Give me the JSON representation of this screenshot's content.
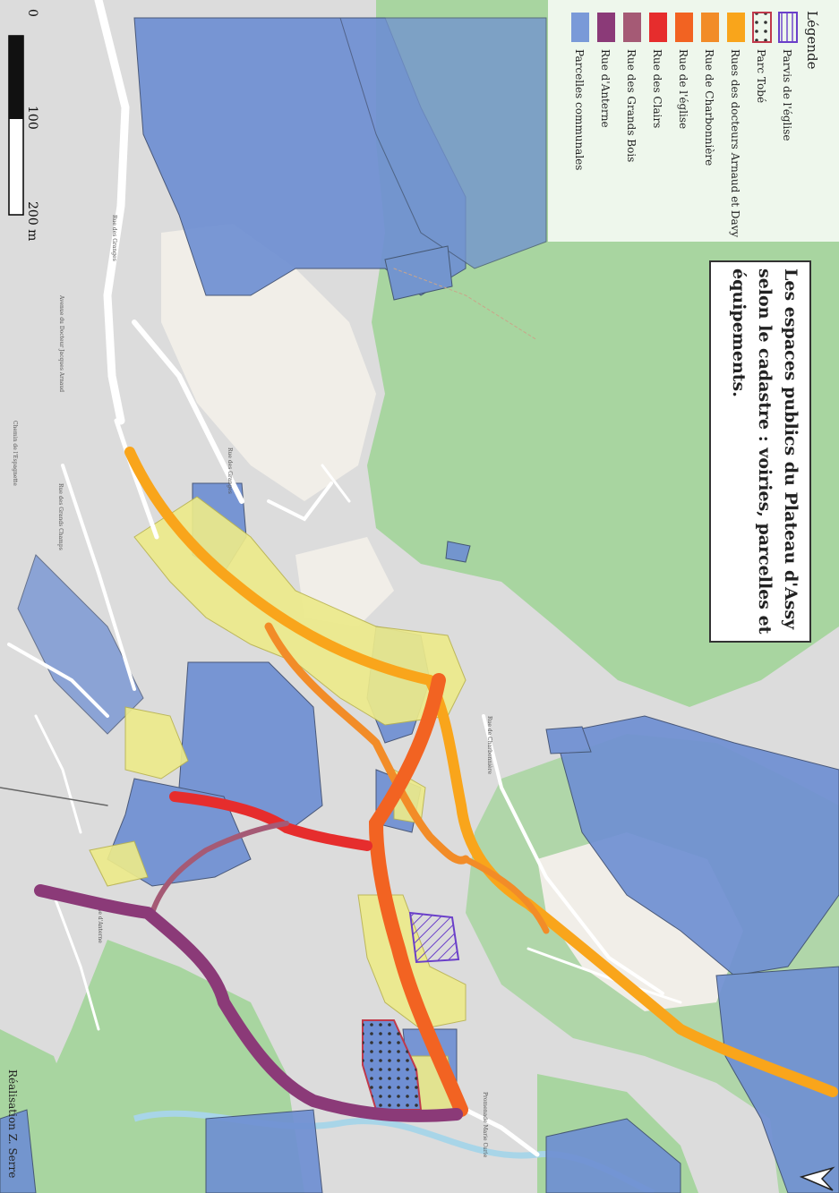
{
  "title": "Les espaces publics du Plateau d'Assy selon le cadastre : voiries, parcelles et équipements.",
  "title_lines": [
    "Les espaces publics du Plateau d'Assy",
    "selon le cadastre : voiries, parcelles et",
    "équipements."
  ],
  "legend": {
    "heading": "Légende",
    "items": [
      {
        "label": "Parvis de l'église",
        "swatch": "hatch-purple",
        "color": "#6a3fc9"
      },
      {
        "label": "Parc Tobé",
        "swatch": "dots-red",
        "color": "#c0394b"
      },
      {
        "label": "Rues des docteurs Arnaud et Davy",
        "swatch": "solid",
        "color": "#f9a51b"
      },
      {
        "label": "Rue de Charbonnière",
        "swatch": "solid",
        "color": "#f28c28"
      },
      {
        "label": "Rue de l'église",
        "swatch": "solid",
        "color": "#f26322"
      },
      {
        "label": "Rue des Clairs",
        "swatch": "solid",
        "color": "#e62d2d"
      },
      {
        "label": "Rue des Grands Bois",
        "swatch": "solid",
        "color": "#a55a75"
      },
      {
        "label": "Rue d'Anterne",
        "swatch": "solid",
        "color": "#8b3a78"
      },
      {
        "label": "Parcelles communales",
        "swatch": "solid",
        "color": "#7a9ad8"
      }
    ]
  },
  "scale_bar": {
    "labels": [
      "0",
      "100",
      "200 m"
    ]
  },
  "credit": "Réalisation Z. Serre",
  "colors": {
    "forest": "#a8d5a0",
    "urban": "#dcdcdc",
    "open": "#f1eee8",
    "parcel": "#6f8fd3",
    "road": "#ffffff",
    "public_yellow": "#ecea8a",
    "water": "#a8d5e8"
  }
}
